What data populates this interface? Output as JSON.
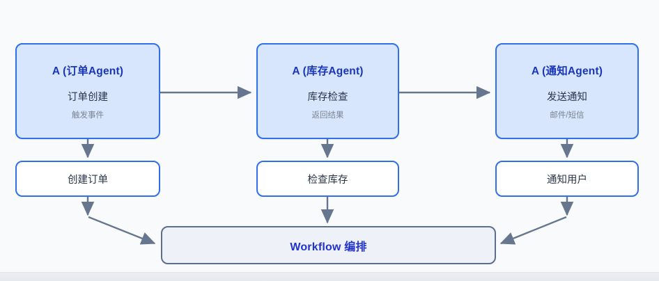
{
  "diagram": {
    "background_color": "#f9fafb",
    "accent_blue": "#2f6fea",
    "title_blue": "#1a36b8",
    "workflow_border": "#5d6e8c",
    "connector_color": "#66768e",
    "agents": [
      {
        "id": "order-agent",
        "title": "A (订单Agent)",
        "main": "订单创建",
        "sub": "触发事件"
      },
      {
        "id": "inventory-agent",
        "title": "A (库存Agent)",
        "main": "库存检查",
        "sub": "返回结果"
      },
      {
        "id": "notify-agent",
        "title": "A (通知Agent)",
        "main": "发送通知",
        "sub": "邮件/短信"
      }
    ],
    "actions": [
      {
        "id": "create-order",
        "label": "创建订单"
      },
      {
        "id": "check-inventory",
        "label": "检查库存"
      },
      {
        "id": "notify-user",
        "label": "通知用户"
      }
    ],
    "workflow": {
      "id": "workflow-orchestration",
      "label": "Workflow 编排"
    },
    "connectors": [
      {
        "id": "order-agent-to-inventory-agent",
        "type": "horizontal-arrow"
      },
      {
        "id": "inventory-agent-to-notify-agent",
        "type": "horizontal-arrow"
      },
      {
        "id": "order-agent-to-create-order",
        "type": "vertical-arrow"
      },
      {
        "id": "inventory-agent-to-check-inventory",
        "type": "vertical-arrow"
      },
      {
        "id": "notify-agent-to-notify-user",
        "type": "vertical-arrow"
      },
      {
        "id": "create-order-to-workflow",
        "type": "elbow-arrow"
      },
      {
        "id": "check-inventory-to-workflow",
        "type": "vertical-arrow"
      },
      {
        "id": "notify-user-to-workflow",
        "type": "elbow-arrow"
      }
    ]
  }
}
